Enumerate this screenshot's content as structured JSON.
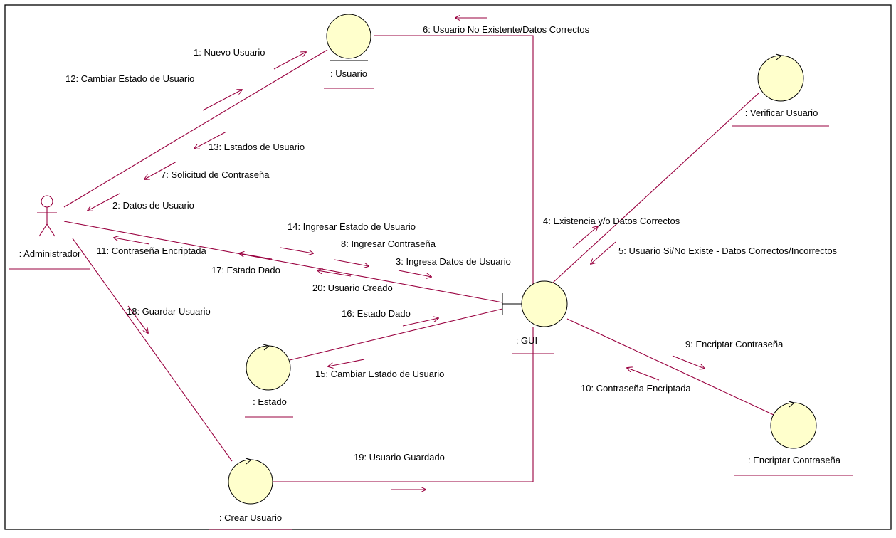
{
  "objects": {
    "actor": ": Administrador",
    "usuario": ": Usuario",
    "verificar": ": Verificar Usuario",
    "gui": ": GUI",
    "estado": ": Estado",
    "encriptar": ": Encriptar Contraseña",
    "crear": ": Crear Usuario"
  },
  "messages": [
    "1: Nuevo Usuario",
    "2: Datos de Usuario",
    "3: Ingresa Datos de Usuario",
    "4: Existencia y/o Datos Correctos",
    "5: Usuario Si/No Existe - Datos Correctos/Incorrectos",
    "6: Usuario No Existente/Datos Correctos",
    "7: Solicitud de Contraseña",
    "8: Ingresar Contraseña",
    "9: Encriptar Contraseña",
    "10: Contraseña Encriptada",
    "11: Contraseña Encriptada",
    "12: Cambiar Estado de Usuario",
    "13: Estados de Usuario",
    "14: Ingresar Estado de Usuario",
    "15: Cambiar Estado de Usuario",
    "16: Estado Dado",
    "17: Estado Dado",
    "18: Guardar Usuario",
    "19: Usuario Guardado",
    "20: Usuario Creado"
  ],
  "colors": {
    "line": "#99003f",
    "fill": "#ffffcc",
    "frame": "#000000"
  }
}
